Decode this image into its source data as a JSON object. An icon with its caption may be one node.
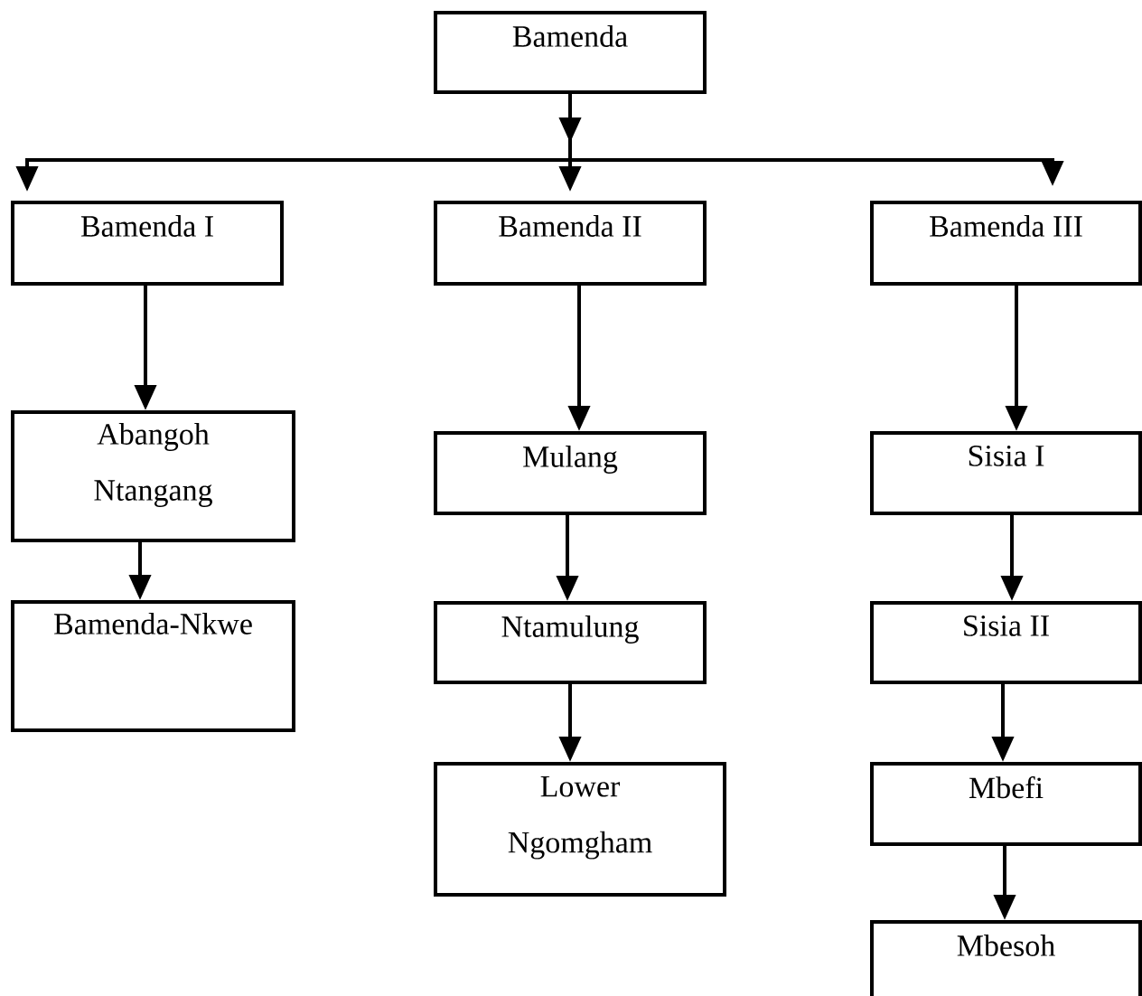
{
  "diagram": {
    "nodes": [
      {
        "text": [
          "Bamenda"
        ]
      },
      {
        "text": [
          "Bamenda I"
        ]
      },
      {
        "text": [
          "Bamenda II"
        ]
      },
      {
        "text": [
          "Bamenda III"
        ]
      },
      {
        "text": [
          "Abangoh Ntangang"
        ]
      },
      {
        "text": [
          "Bamenda-Nkwe"
        ]
      },
      {
        "text": [
          "Mulang"
        ]
      },
      {
        "text": [
          "Ntamulung"
        ]
      },
      {
        "text": [
          "Lower Ngomgham"
        ]
      },
      {
        "text": [
          "Sisia I"
        ]
      },
      {
        "text": [
          "Sisia II"
        ]
      },
      {
        "text": [
          "Mbefi"
        ]
      },
      {
        "text": [
          "Mbesoh"
        ]
      }
    ],
    "edges": [
      {
        "from": 0,
        "to": 1,
        "arrow": "to"
      },
      {
        "from": 0,
        "to": 2,
        "arrow": "to"
      },
      {
        "from": 0,
        "to": 3,
        "arrow": "to"
      },
      {
        "from": 1,
        "to": 4,
        "arrow": "to"
      },
      {
        "from": 4,
        "to": 5,
        "arrow": "to"
      },
      {
        "from": 2,
        "to": 6,
        "arrow": "to"
      },
      {
        "from": 6,
        "to": 7,
        "arrow": "to"
      },
      {
        "from": 7,
        "to": 8,
        "arrow": "to"
      },
      {
        "from": 3,
        "to": 9,
        "arrow": "to"
      },
      {
        "from": 9,
        "to": 10,
        "arrow": "to"
      },
      {
        "from": 10,
        "to": 11,
        "arrow": "to"
      },
      {
        "from": 11,
        "to": 12,
        "arrow": "to"
      }
    ]
  }
}
